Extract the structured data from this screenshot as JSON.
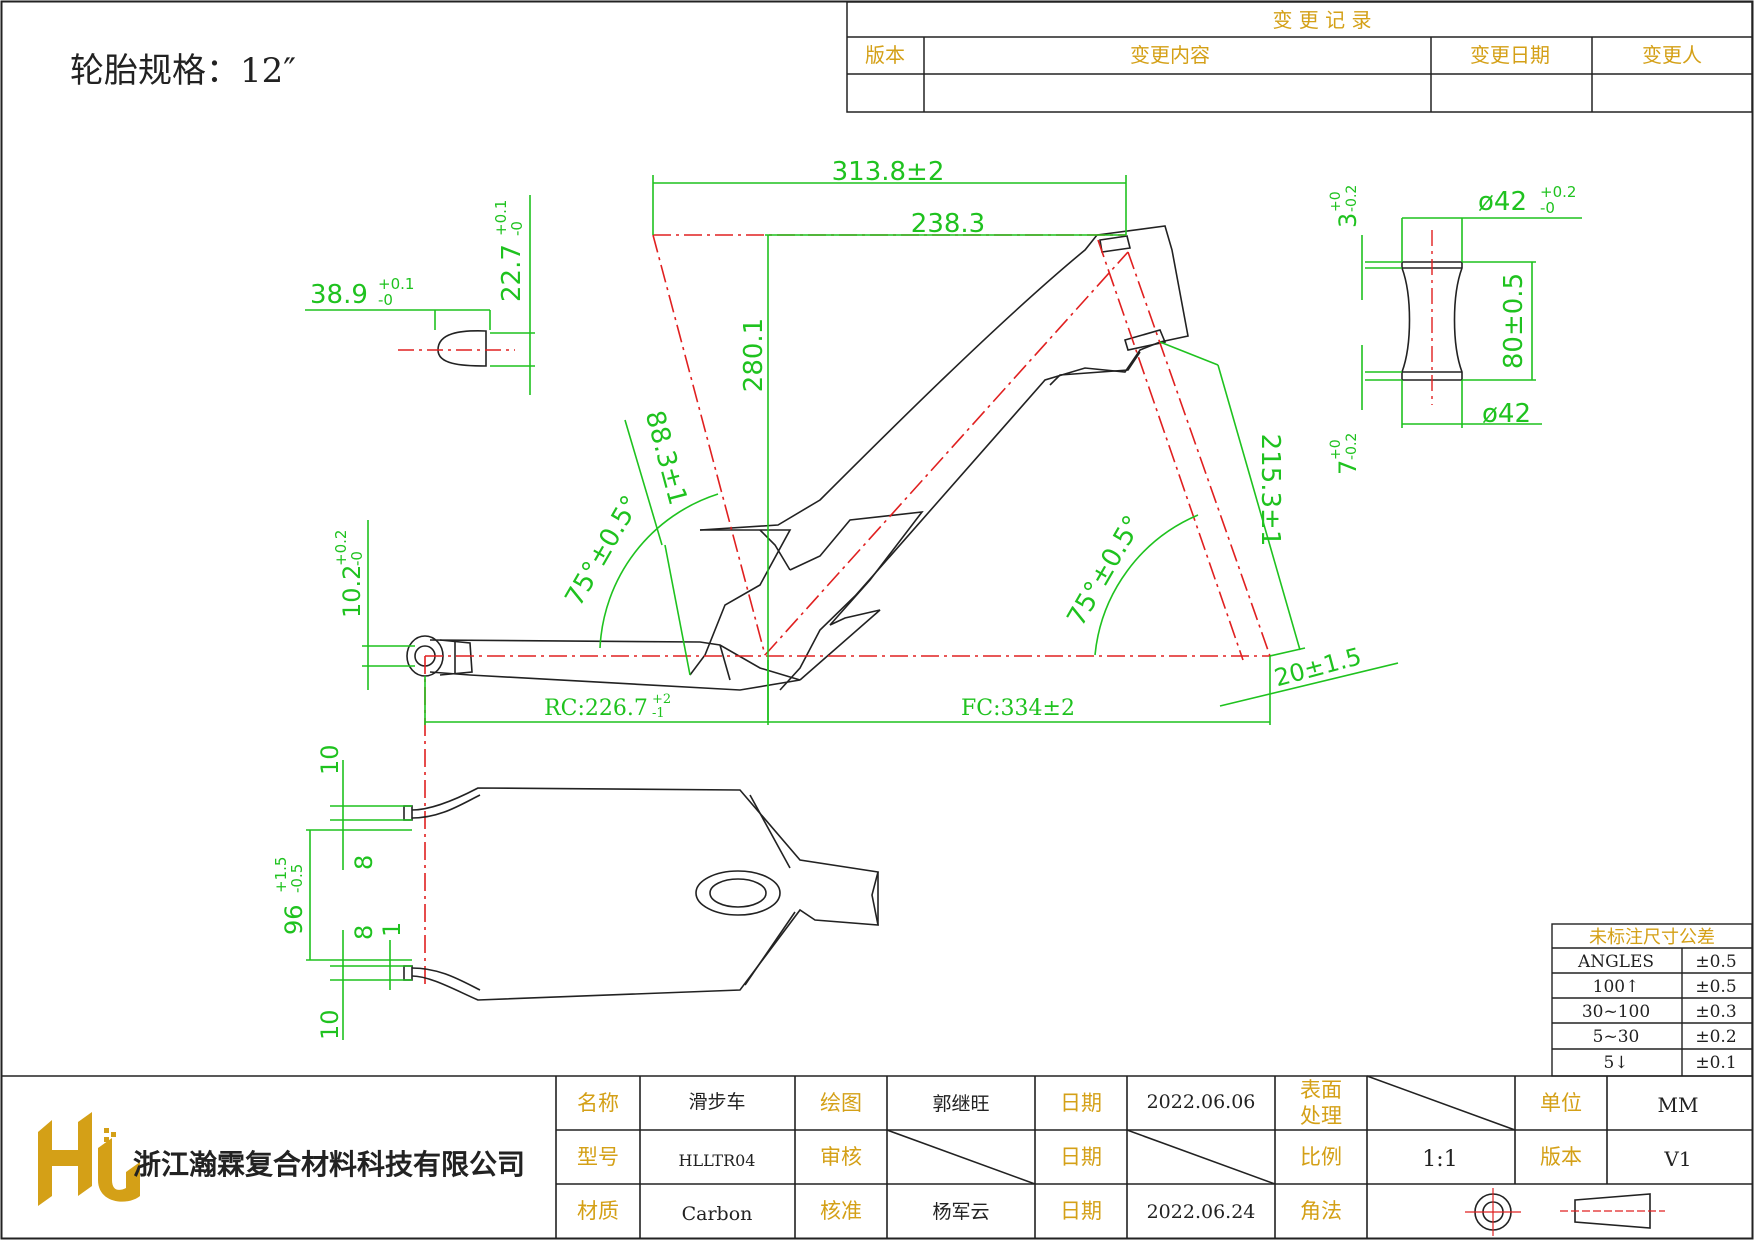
{
  "tire_spec": "轮胎规格：12″",
  "change_record": {
    "title": "变  更  记  录",
    "headers": [
      "版本",
      "变更内容",
      "变更日期",
      "变更人"
    ]
  },
  "dimensions": {
    "top_length": "313.8±2",
    "top_inner": "238.3",
    "height": "280.1",
    "headtube_length": "215.3±1",
    "seat_len": "88.3±1",
    "seat_angle": "75°±0.5°",
    "head_angle": "75°±0.5°",
    "rc": "RC:226.7",
    "rc_tol_plus": "+2",
    "rc_tol_minus": "-1",
    "fc": "FC:334±2",
    "bb_drop": "20±1.5",
    "slot_w": "38.9",
    "slot_w_plus": "+0.1",
    "slot_w_minus": "-0",
    "slot_h": "22.7",
    "slot_h_plus": "+0.1",
    "slot_h_minus": "-0",
    "dropout": "10.2",
    "dropout_plus": "+0.2",
    "dropout_minus": "-0",
    "ht_d_top": "ø42",
    "ht_d_top_plus": "+0.2",
    "ht_d_top_minus": "-0",
    "ht_d_bot": "ø42",
    "ht_len": "80±0.5",
    "ht_cup_top": "3",
    "ht_cup_top_plus": "+0",
    "ht_cup_top_minus": "-0.2",
    "ht_cup_bot": "7",
    "ht_cup_bot_plus": "+0",
    "ht_cup_bot_minus": "-0.2",
    "rear_10_top": "10",
    "rear_8_top": "8",
    "rear_96": "96",
    "rear_96_plus": "+1.5",
    "rear_96_minus": "-0.5",
    "rear_8_bot": "8",
    "rear_1": "1",
    "rear_10_bot": "10"
  },
  "tolerance_table": {
    "title": "未标注尺寸公差",
    "rows": [
      {
        "label": "ANGLES",
        "value": "±0.5"
      },
      {
        "label": "100↑",
        "value": "±0.5"
      },
      {
        "label": "30~100",
        "value": "±0.3"
      },
      {
        "label": "5~30",
        "value": "±0.2"
      },
      {
        "label": "5↓",
        "value": "±0.1"
      }
    ]
  },
  "company": "浙江瀚霖复合材料科技有限公司",
  "title_block": {
    "name_label": "名称",
    "name": "滑步车",
    "draw_label": "绘图",
    "drawer": "郭继旺",
    "date_label": "日期",
    "date1": "2022.06.06",
    "surface_label1": "表面",
    "surface_label2": "处理",
    "unit_label": "单位",
    "unit": "MM",
    "model_label": "型号",
    "model": "HLLTR04",
    "review_label": "审核",
    "date_label2": "日期",
    "scale_label": "比例",
    "scale": "1:1",
    "version_label": "版本",
    "version": "V1",
    "material_label": "材质",
    "material": "Carbon",
    "approve_label": "核准",
    "approver": "杨军云",
    "date_label3": "日期",
    "date3": "2022.06.24",
    "angle_label": "角法"
  },
  "colors": {
    "dimension": "#1FC21F",
    "centerline": "#E02020",
    "label": "#D4A017"
  }
}
